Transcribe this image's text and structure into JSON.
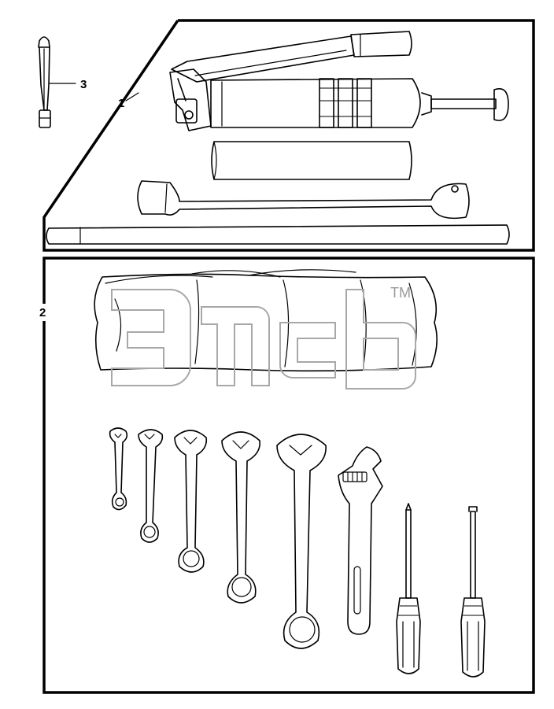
{
  "callouts": {
    "grease_gun_kit": "1",
    "tool_roll_kit": "2",
    "tire_gauge": "3"
  },
  "watermark": {
    "trademark": "TM"
  },
  "colors": {
    "line": "#000000",
    "watermark": "#a8a8a8",
    "background": "#ffffff"
  }
}
